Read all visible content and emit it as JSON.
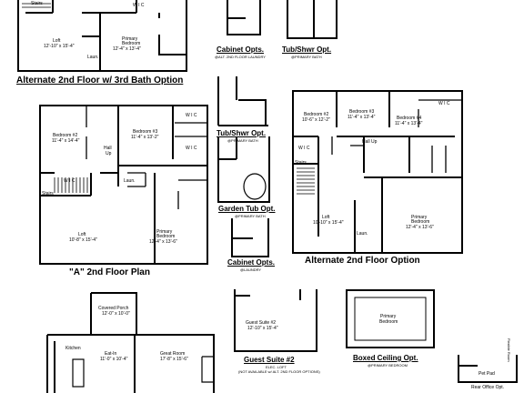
{
  "captions": {
    "alt_3rd_bath": "Alternate 2nd Floor w/ 3rd Bath Option",
    "cabinet_opts_top": "Cabinet Opts.",
    "cabinet_opts_top_sub": "@ALT. 2ND FLOOR LAUNDRY",
    "tub_shwr_top": "Tub/Shwr Opt.",
    "tub_shwr_top_sub": "@PRIMARY BATH",
    "tub_shwr_mid": "Tub/Shwr Opt.",
    "tub_shwr_mid_sub": "@PRIMARY BATH",
    "garden_tub": "Garden Tub Opt.",
    "garden_tub_sub": "@PRIMARY BATH",
    "cabinet_opts_mid": "Cabinet Opts.",
    "cabinet_opts_mid_sub": "@LAUNDRY",
    "a_2nd_floor": "\"A\" 2nd Floor Plan",
    "alt_2nd_floor": "Alternate 2nd Floor Option",
    "guest_suite": "Guest Suite #2",
    "guest_suite_sub1": "ELEC. LOFT",
    "guest_suite_sub2": "(NOT AVAILABLE w/ ALT. 2ND FLOOR OPTIONS)",
    "boxed_ceiling": "Boxed Ceiling Opt.",
    "boxed_ceiling_sub": "@PRIMARY BEDROOM",
    "rear_office": "Rear Office Opt."
  },
  "rooms": {
    "top_left": {
      "stairs": "Stairs",
      "wic": "W I C",
      "loft": "Loft",
      "loft_dim": "12'-10\" x 15'-4\"",
      "laun": "Laun.",
      "primary": "Primary",
      "primary2": "Bedroom",
      "primary_dim": "12'-4\" x 13'-4\""
    },
    "a_plan": {
      "bedroom2": "Bedroom #2",
      "bedroom2_dim": "11'-4\" x 14'-4\"",
      "bedroom3": "Bedroom #3",
      "bedroom3_dim": "11'-4\" x 13'-2\"",
      "wic1": "W I C",
      "wic2": "W I C",
      "wic3": "W I C",
      "hall": "Hall",
      "up": "Up",
      "stairs": "Stairs",
      "laun": "Laun.",
      "loft": "Loft",
      "loft_dim": "10'-8\" x 15'-4\"",
      "primary": "Primary",
      "primary2": "Bedroom",
      "primary_dim": "12'-4\" x 13'-6\""
    },
    "alt_plan": {
      "bedroom2": "Bedroom #2",
      "bedroom2_dim": "10'-6\" x 12'-2\"",
      "bedroom3": "Bedroom #3",
      "bedroom3_dim": "11'-4\" x 13'-4\"",
      "bedroom4": "Bedroom #4",
      "bedroom4_dim": "11'-4\" x 13'-4\"",
      "wic1": "W I C",
      "wic2": "W I C",
      "hall": "Hall Up",
      "stairs": "Stairs",
      "loft": "Loft",
      "loft_dim": "10'-10\" x 15'-4\"",
      "laun": "Laun.",
      "primary": "Primary",
      "primary2": "Bedroom",
      "primary_dim": "12'-4\" x 13'-6\""
    },
    "guest": {
      "name": "Guest Suite #2",
      "dim": "12'-10\" x 15'-4\""
    },
    "boxed": {
      "name": "Primary",
      "name2": "Bedroom"
    },
    "ground": {
      "porch": "Covered Porch",
      "porch_dim": "12'-0\" x 10'-0\"",
      "kitchen": "Kitchen",
      "eatin": "Eat-In",
      "eatin_dim": "11'-0\" x 10'-4\"",
      "great": "Great Room",
      "great_dim": "17'-8\" x 15'-6\"",
      "pet_pad": "Pet Pad",
      "flex": "Flexible Room"
    }
  }
}
